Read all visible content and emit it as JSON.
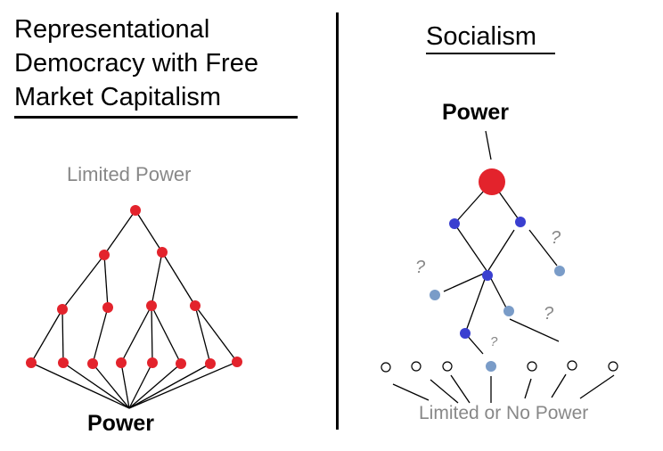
{
  "left_panel": {
    "title": "Representational Democracy with Free Market Capitalism",
    "top_label": "Limited Power",
    "bottom_label": "Power"
  },
  "right_panel": {
    "title": "Socialism",
    "top_label": "Power",
    "bottom_label": "Limited or No Power",
    "question_mark": "?"
  },
  "colors": {
    "red_node": "#e3232c",
    "dark_blue_node": "#3a3fd0",
    "light_blue_node": "#7a9cc8",
    "line": "#000000",
    "gray_text": "#888888"
  }
}
